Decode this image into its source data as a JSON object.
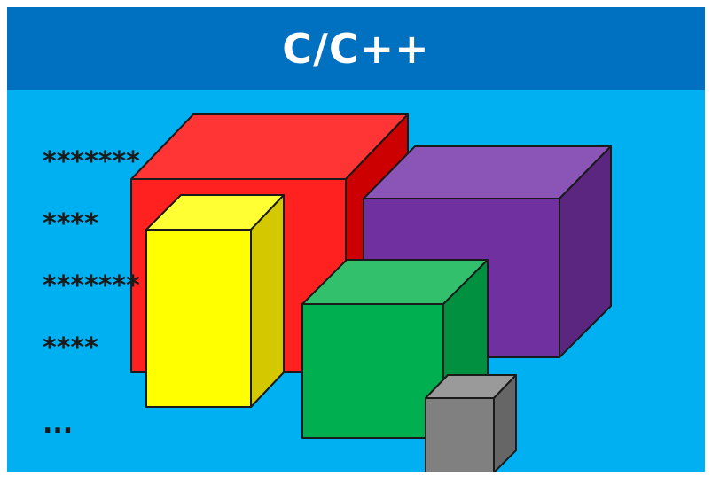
{
  "title": "C/C++",
  "list_items": [
    "*******",
    "****",
    "*******",
    "****",
    "..."
  ],
  "colors": {
    "title_bar": "#0070C0",
    "background": "#00B0F0",
    "stroke": "#1a1a1a",
    "text": "#1a1a1a"
  },
  "cubes": [
    {
      "id": "red-cube",
      "front": "#FF2020",
      "top": "#FF3535",
      "side": "#CC0000"
    },
    {
      "id": "purple-cube",
      "front": "#7030A0",
      "top": "#8B55B8",
      "side": "#5A2680"
    },
    {
      "id": "yellow-cube",
      "front": "#FFFF00",
      "top": "#FFFF33",
      "side": "#D4C900"
    },
    {
      "id": "green-cube",
      "front": "#00B050",
      "top": "#33C06C",
      "side": "#009040"
    },
    {
      "id": "gray-cube",
      "front": "#808080",
      "top": "#9A9A9A",
      "side": "#666666"
    }
  ]
}
